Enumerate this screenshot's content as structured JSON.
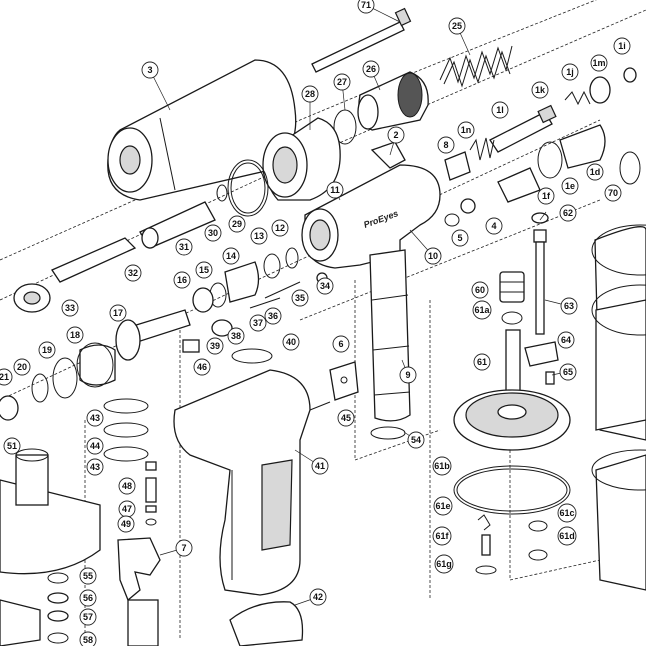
{
  "diagram": {
    "callouts": [
      "71",
      "25",
      "1i",
      "3",
      "27",
      "26",
      "1m",
      "28",
      "1j",
      "2",
      "1k",
      "1l",
      "1n",
      "8",
      "1e",
      "1d",
      "70",
      "11",
      "1f",
      "29",
      "30",
      "5",
      "4",
      "62",
      "31",
      "12",
      "13",
      "14",
      "10",
      "32",
      "15",
      "16",
      "34",
      "35",
      "60",
      "63",
      "33",
      "61a",
      "17",
      "37",
      "36",
      "38",
      "6",
      "40",
      "18",
      "19",
      "39",
      "64",
      "9",
      "20",
      "21",
      "46",
      "61",
      "65",
      "43",
      "45",
      "44",
      "54",
      "41",
      "51",
      "48",
      "43",
      "47",
      "61b",
      "49",
      "61e",
      "61c",
      "7",
      "61f",
      "61d",
      "55",
      "61g",
      "56",
      "42",
      "57",
      "58"
    ],
    "logo_text": "ProEyes"
  }
}
